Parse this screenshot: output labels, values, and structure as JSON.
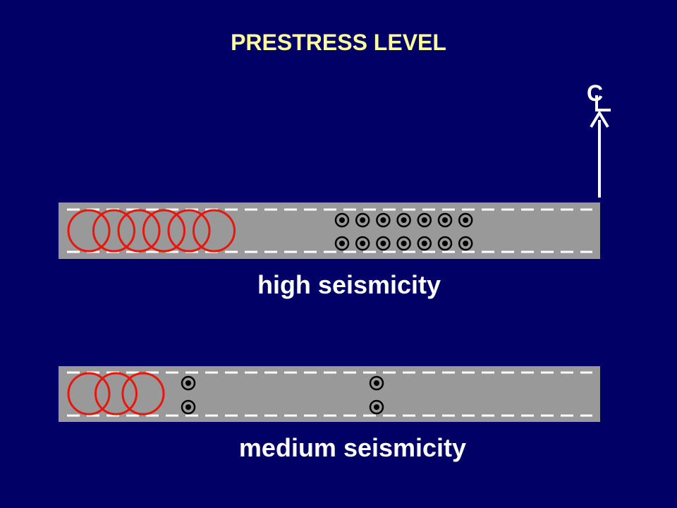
{
  "title": "PRESTRESS LEVEL",
  "centerline_symbol": "CL",
  "colors": {
    "background": "#000066",
    "title": "#ffff99",
    "caption": "#ffffff",
    "beam": "#999999",
    "dash": "#ffffff",
    "hoop": "#e8160c",
    "tendon": "#000000"
  },
  "beams": [
    {
      "caption": "high seismicity",
      "hoop_count": 6,
      "tendon_columns": 7,
      "tendon_rows": 2
    },
    {
      "caption": "medium seismicity",
      "hoop_count": 3,
      "tendon_columns": 2,
      "tendon_rows": 2
    }
  ]
}
